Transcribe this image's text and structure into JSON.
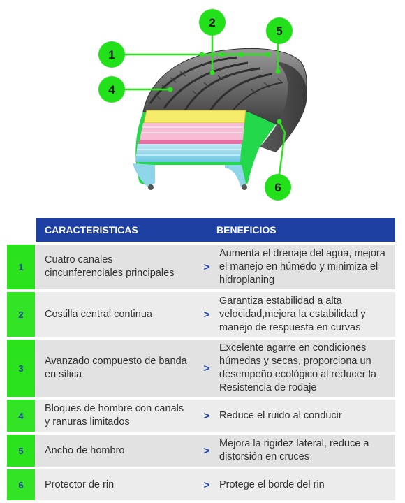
{
  "diagram": {
    "callouts": [
      {
        "label": "1"
      },
      {
        "label": "2"
      },
      {
        "label": "4"
      },
      {
        "label": "5"
      },
      {
        "label": "6"
      }
    ],
    "colors": {
      "callout": "#22e01a",
      "layer_yellow": "#f4ec6a",
      "layer_pink": "#f2a6c6",
      "layer_cyan": "#8fd6ea",
      "layer_green": "#23d84a"
    }
  },
  "table": {
    "header": {
      "features": "CARACTERISTICAS",
      "benefits": "BENEFICIOS"
    },
    "rows": [
      {
        "num": "1",
        "feature": "Cuatro canales cincunferenciales principales",
        "arrow": ">",
        "benefit": "Aumenta el drenaje del agua, mejora el manejo en húmedo y minimiza el hidroplaning"
      },
      {
        "num": "2",
        "feature": "Costilla central continua",
        "arrow": ">",
        "benefit": "Garantiza estabilidad a alta velocidad,mejora la estabilidad y manejo de respuesta en curvas"
      },
      {
        "num": "3",
        "feature": "Avanzado compuesto de banda en sílica",
        "arrow": ">",
        "benefit": "Excelente agarre en condiciones húmedas y secas, proporciona un desempeño ecológico al reducer la Resistencia de rodaje"
      },
      {
        "num": "4",
        "feature": "Bloques de hombre con canals y ranuras limitados",
        "arrow": ">",
        "benefit": "Reduce el ruido al conducir"
      },
      {
        "num": "5",
        "feature": "Ancho de hombro",
        "arrow": ">",
        "benefit": "Mejora la rigidez lateral, reduce a distorsión en cruces"
      },
      {
        "num": "6",
        "feature": "Protector de rin",
        "arrow": ">",
        "benefit": "Protege el borde del rin"
      }
    ]
  }
}
